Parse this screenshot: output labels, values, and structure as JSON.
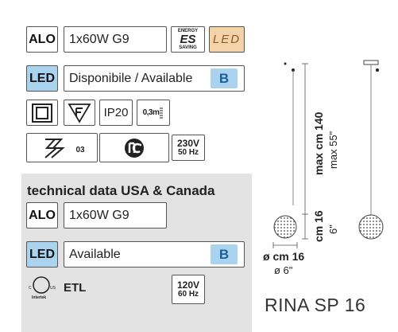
{
  "top": {
    "alo_label": "ALO",
    "alo_value": "1x60W G9",
    "energy_saving": {
      "line1": "ENERGY",
      "mark": "ES",
      "line2": "SAVING"
    },
    "led_badge": "LED",
    "led_label": "LED",
    "availability": "Disponibile / Available",
    "class_badge": "B",
    "ip_rating": "IP20",
    "distance": "0,3m",
    "gost_mark": "PCT",
    "voltage": "230V",
    "frequency": "50 Hz",
    "eac_code": "03"
  },
  "usa": {
    "title": "technical data USA & Canada",
    "alo_label": "ALO",
    "alo_value": "1x60W G9",
    "led_label": "LED",
    "availability": "Available",
    "class_badge": "B",
    "etl_text": "ETL",
    "etl_c": "C",
    "etl_us": "US",
    "etl_intertek": "Intertek",
    "voltage": "120V",
    "frequency": "60 Hz"
  },
  "drawing": {
    "max_cm": "max cm 140",
    "max_in": "max 55\"",
    "shade_cm": "cm 16",
    "shade_in": "6\"",
    "dia_cm": "ø cm 16",
    "dia_in": "ø 6\""
  },
  "model_name": "RINA SP 16",
  "colors": {
    "led_blue": "#a9d3ef",
    "badge_blue_text": "#1d5f9a",
    "led_orange": "#f5d3a8",
    "panel_grey": "#e3e3e3"
  }
}
